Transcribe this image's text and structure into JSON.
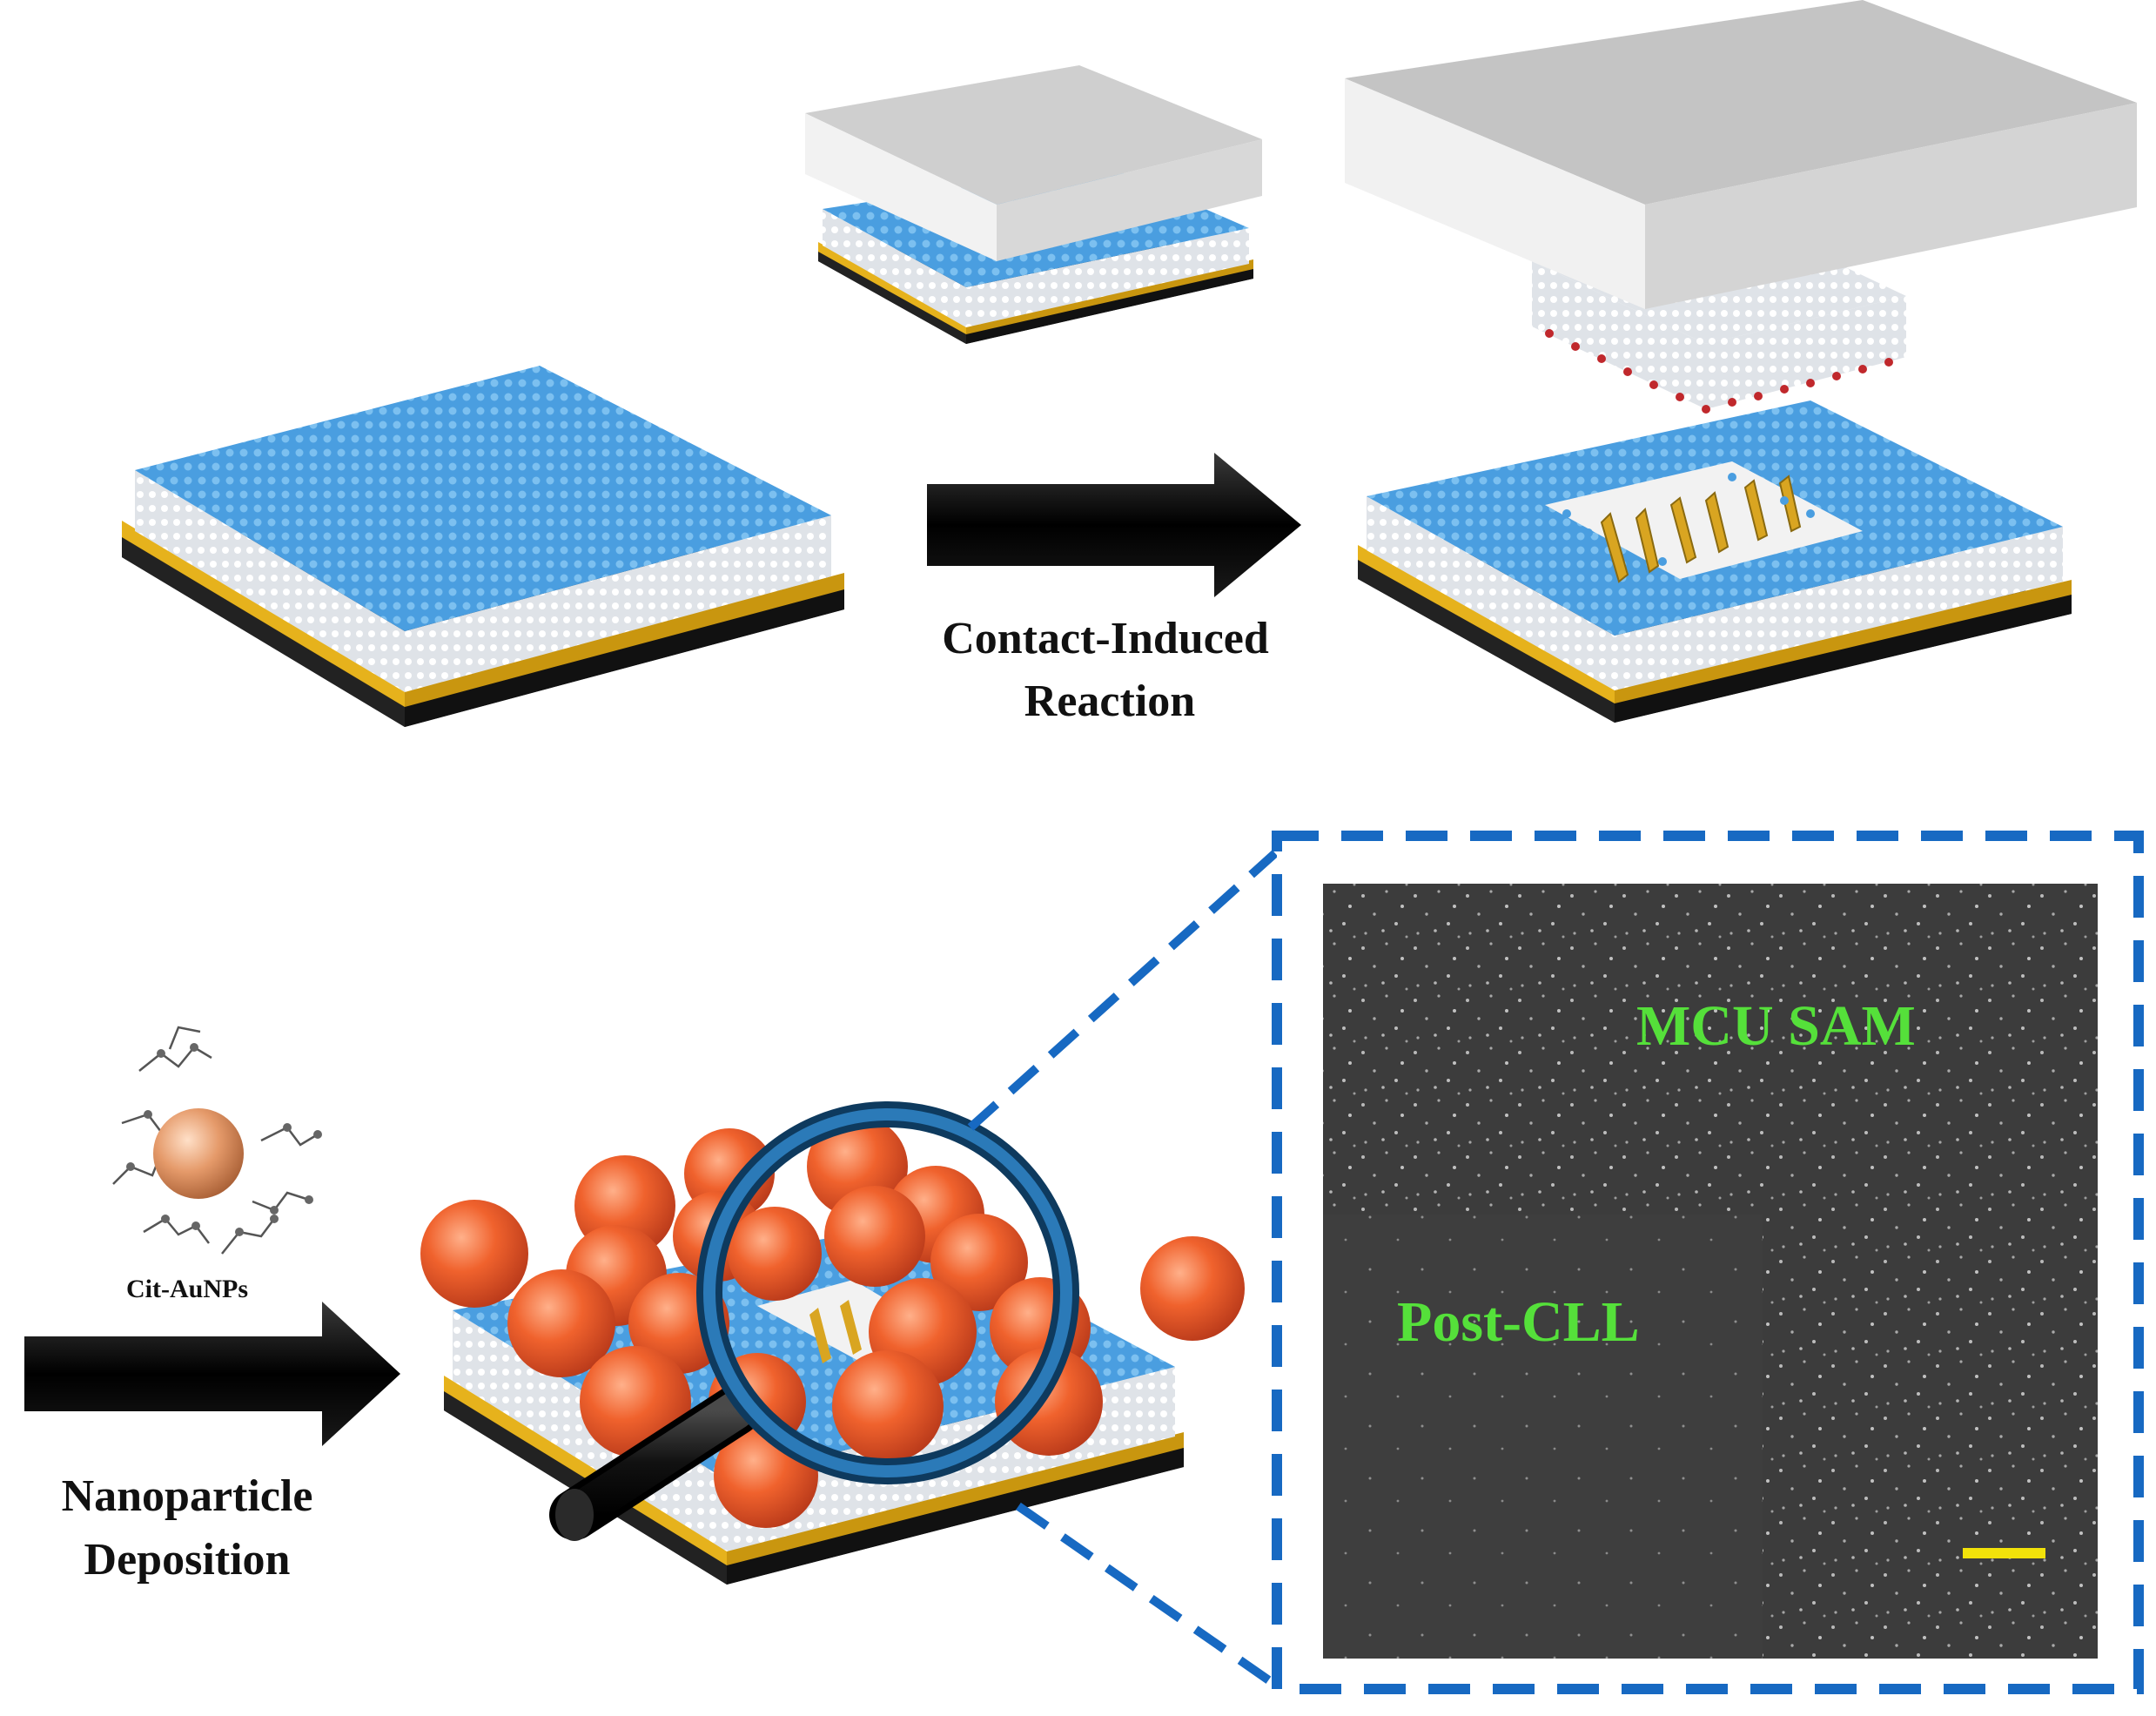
{
  "labels": {
    "step1_line1": "Contact-Induced",
    "step1_line2": "Reaction",
    "step2_line1": "Nanoparticle",
    "step2_line2": "Deposition",
    "particle_caption": "Cit-AuNPs",
    "sem_region_top": "MCU SAM",
    "sem_region_bottom": "Post-CLL"
  },
  "colors": {
    "sam_top": "#4a9ee0",
    "sam_side": "#e4e7ec",
    "gold": "#e6b21c",
    "substrate": "#2b2b2b",
    "stamp_top": "#c7c7c7",
    "stamp_front": "#eeeeee",
    "stamp_side": "#a9a9a9",
    "arrow": "#000000",
    "nanoparticle": "#ef5d2c",
    "magnifier_ring": "#1f5f94",
    "dashed_frame": "#1769c2",
    "sem_background": "#3a3a3a",
    "sem_label": "#55e03a",
    "scale_bar": "#f2e20a"
  }
}
